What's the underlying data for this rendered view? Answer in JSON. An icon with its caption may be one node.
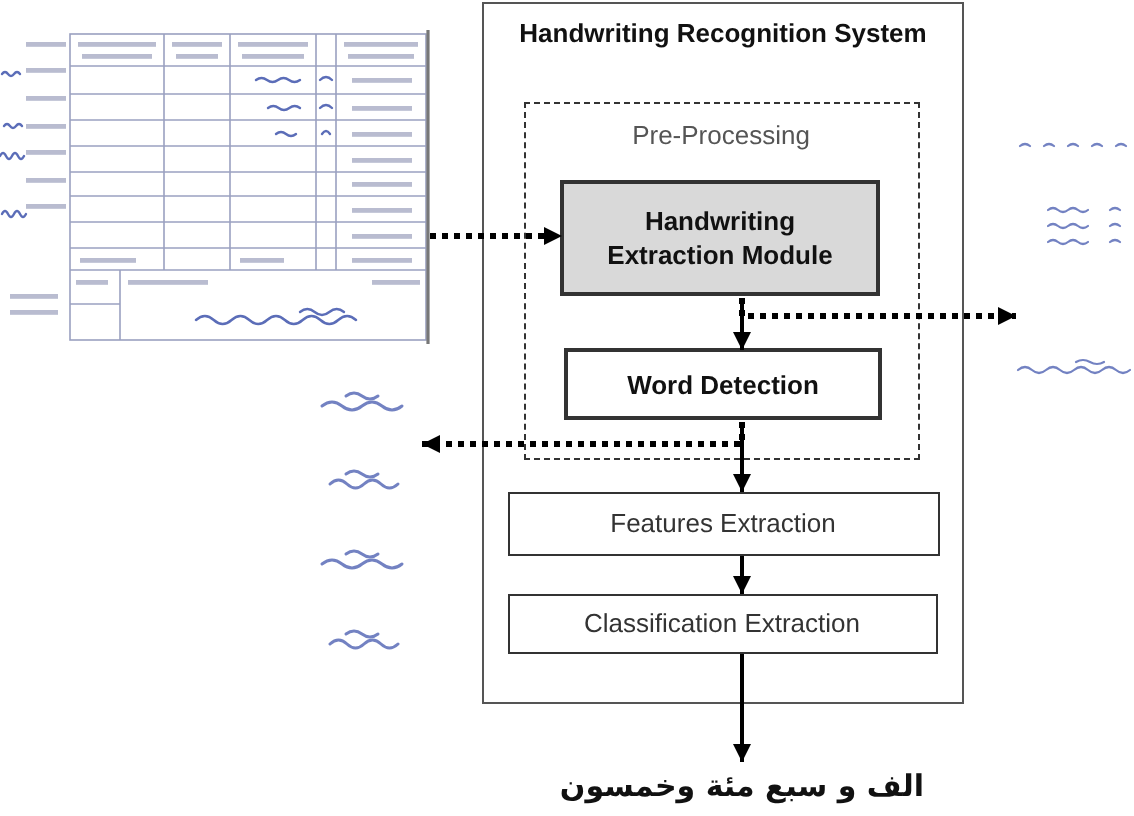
{
  "diagram": {
    "nodes": [
      {
        "text": [
          "Handwriting Recognition System"
        ]
      },
      {
        "text": [
          "Pre-Processing"
        ],
        "in": 0
      },
      {
        "text": [
          "Handwriting Extraction Module"
        ],
        "in": 1
      },
      {
        "text": [
          "Word Detection"
        ],
        "in": 1
      },
      {
        "text": [
          "Features Extraction"
        ],
        "in": 0
      },
      {
        "text": [
          "Classification Extraction"
        ],
        "in": 0
      },
      {
        "text": [],
        "shape": "picture"
      },
      {
        "text": [],
        "shape": "picture"
      },
      {
        "text": [],
        "shape": "picture"
      },
      {
        "text": [
          "الف و سبع مئة وخمسون"
        ]
      }
    ],
    "edges": [
      {
        "from": 6,
        "to": 2,
        "arrow": "to",
        "style": "dashed"
      },
      {
        "from": 2,
        "to": 3,
        "arrow": "to"
      },
      {
        "from": 2,
        "to": 7,
        "arrow": "to",
        "style": "dashed"
      },
      {
        "from": 3,
        "to": 8,
        "arrow": "to",
        "style": "dashed"
      },
      {
        "from": 3,
        "to": 4,
        "arrow": "to"
      },
      {
        "from": 4,
        "to": 5,
        "arrow": "to"
      },
      {
        "from": 5,
        "to": 9,
        "arrow": "to"
      }
    ]
  }
}
